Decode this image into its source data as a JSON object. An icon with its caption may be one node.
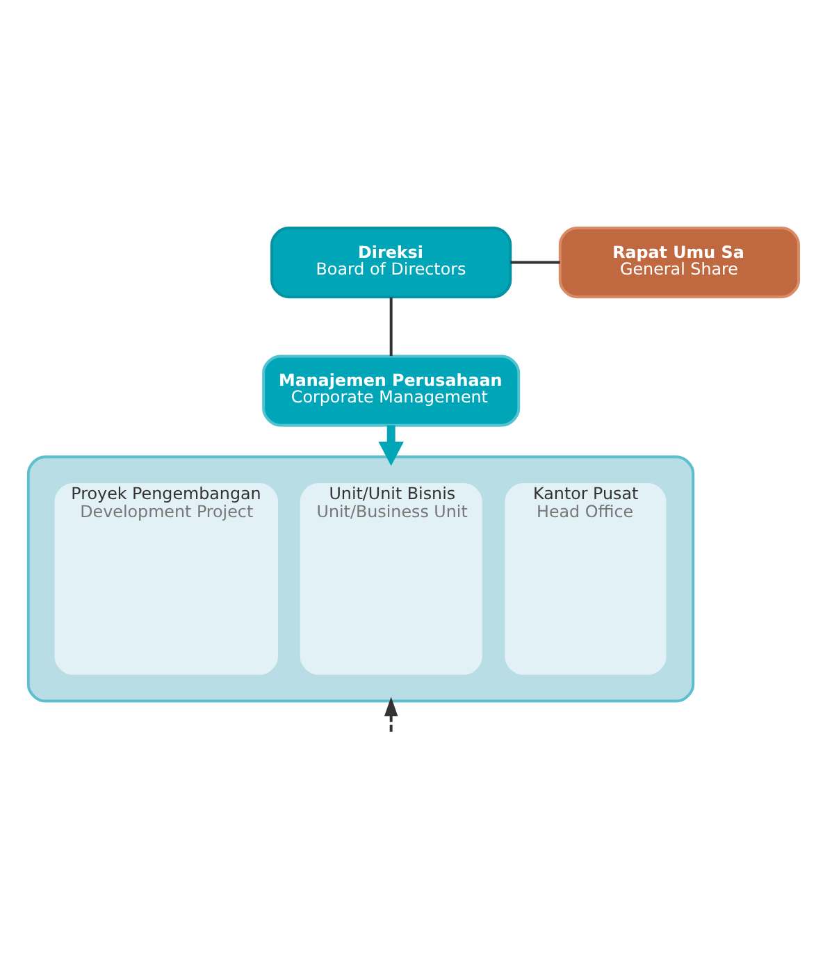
{
  "diagram": {
    "nodes": [
      {
        "text": [
          "Direksi",
          "Board of Directors"
        ]
      },
      {
        "text": [
          "Rapat Umu Sa",
          "General Share"
        ]
      },
      {
        "text": [
          "Manajemen Perusahaan",
          "Corporate Management"
        ]
      },
      {
        "text": [],
        "shape": "box"
      },
      {
        "text": [
          "Proyek Pengembangan",
          "Development Project"
        ],
        "in": 3
      },
      {
        "text": [
          "Unit/Unit Bisnis",
          "Unit/Business Unit"
        ],
        "in": 3
      },
      {
        "text": [
          "Kantor Pusat",
          "Head Office"
        ],
        "in": 3
      }
    ],
    "edges": [
      {
        "from": 0,
        "to": 1,
        "arrow": "none"
      },
      {
        "from": 0,
        "to": 2,
        "arrow": "none"
      },
      {
        "from": 2,
        "to": 3,
        "arrow": "to",
        "style": "thick",
        "color": "#00a5b8"
      },
      {
        "from": null,
        "to": 3,
        "arrow": "to",
        "style": "dashed"
      }
    ]
  }
}
